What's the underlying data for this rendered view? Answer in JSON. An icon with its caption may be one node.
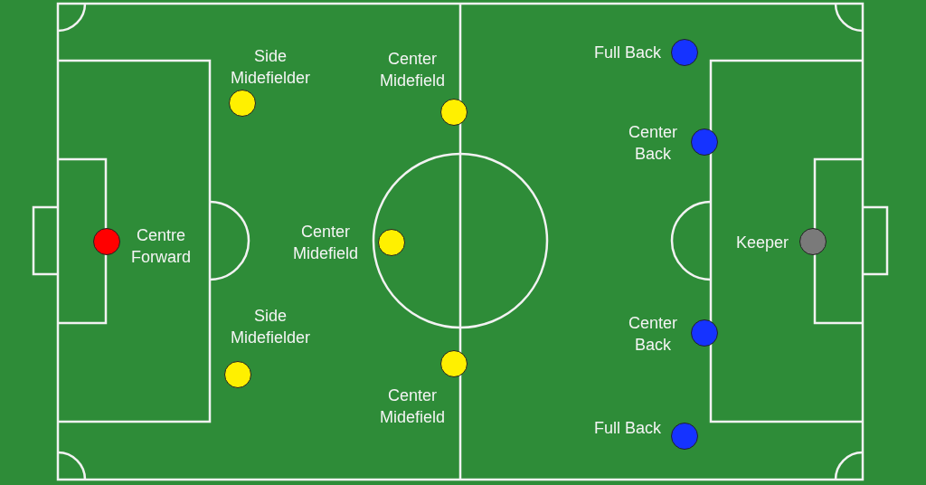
{
  "diagram": {
    "nodes": [
      {
        "text": [],
        "shape": "circle",
        "beside": [
          "Centre Forward"
        ]
      },
      {
        "text": [],
        "shape": "circle",
        "beside": [
          "Side Midefielder"
        ]
      },
      {
        "text": [],
        "shape": "circle",
        "beside": [
          "Side Midefielder"
        ]
      },
      {
        "text": [],
        "shape": "circle",
        "beside": [
          "Center Midefield"
        ]
      },
      {
        "text": [],
        "shape": "circle",
        "beside": [
          "Center Midefield"
        ]
      },
      {
        "text": [],
        "shape": "circle",
        "beside": [
          "Center Midefield"
        ]
      },
      {
        "text": [],
        "shape": "circle",
        "beside": [
          "Full Back"
        ]
      },
      {
        "text": [],
        "shape": "circle",
        "beside": [
          "Center Back"
        ]
      },
      {
        "text": [],
        "shape": "circle",
        "beside": [
          "Center Back"
        ]
      },
      {
        "text": [],
        "shape": "circle",
        "beside": [
          "Full Back"
        ]
      },
      {
        "text": [],
        "shape": "circle",
        "beside": [
          "Keeper"
        ]
      }
    ]
  }
}
